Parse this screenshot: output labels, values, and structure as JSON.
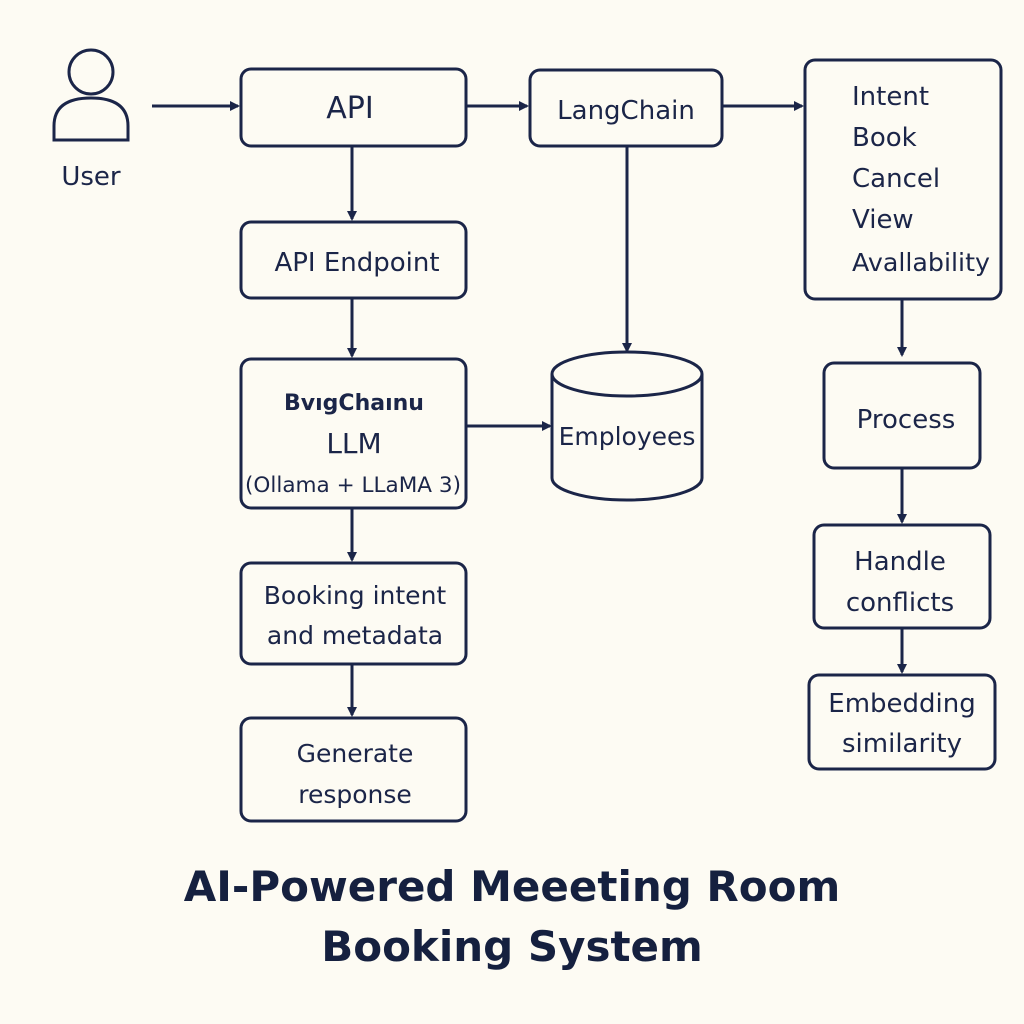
{
  "colors": {
    "ink": "#1b2548",
    "background": "#fdfbf3"
  },
  "icons": {
    "user": "user-icon",
    "database": "database-cylinder-icon"
  },
  "user": {
    "label": "User"
  },
  "nodes": {
    "api": {
      "label": "API"
    },
    "langchain": {
      "label": "LangChain"
    },
    "intents": {
      "heading": "Intent",
      "items": [
        "Book",
        "Cancel",
        "View",
        "Avallability"
      ]
    },
    "api_endpoint": {
      "label": "API Endpoint"
    },
    "llm": {
      "line1": "BvıgChaınu",
      "line2": "LLM",
      "line3": "(Ollama + LLaMA 3)"
    },
    "employees": {
      "label": "Employees"
    },
    "booking_intent": {
      "line1": "Booking intent",
      "line2": "and metadata"
    },
    "generate_response": {
      "line1": "Generate",
      "line2": "response"
    },
    "process": {
      "label": "Process"
    },
    "handle_conflicts": {
      "line1": "Handle",
      "line2": "conflicts"
    },
    "embedding_similarity": {
      "line1": "Embedding",
      "line2": "similarity"
    }
  },
  "title": {
    "line1": "AI-Powered Meeeting Room",
    "line2": "Booking System"
  }
}
